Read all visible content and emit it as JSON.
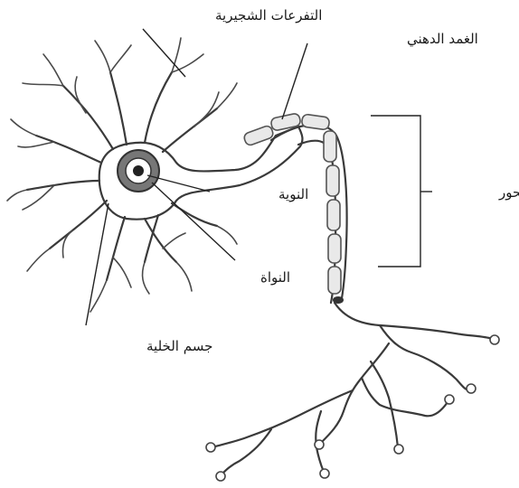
{
  "labels": {
    "dendrites": "التفرعات الشجيرية",
    "myelin_sheath": "الغمد الدهني",
    "nucleolus": "النوية",
    "axon": "المحور",
    "nucleus": "النواة",
    "cell_body": "جسم الخلية"
  },
  "colors": {
    "ink": "#1a1a1a",
    "line": "#3a3a3a",
    "myelin_fill": "#e9e9e9",
    "background": "#ffffff"
  }
}
